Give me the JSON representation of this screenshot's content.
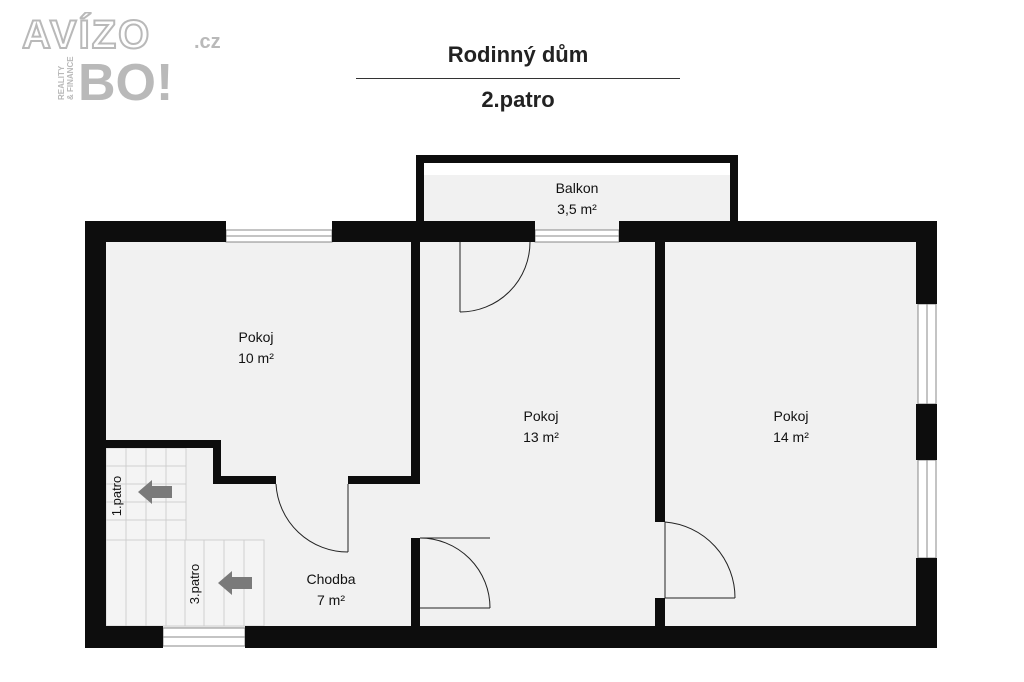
{
  "logo": {
    "brand_top": "AVÍZO",
    "brand_domain": ".cz",
    "brand_bottom": "BO!",
    "tagline_1": "REALITY",
    "tagline_2": "& FINANCE"
  },
  "header": {
    "title": "Rodinný dům",
    "subtitle": "2.patro"
  },
  "rooms": {
    "balkon": {
      "name": "Balkon",
      "area": "3,5 m²"
    },
    "pokoj_left": {
      "name": "Pokoj",
      "area": "10 m²"
    },
    "pokoj_middle": {
      "name": "Pokoj",
      "area": "13 m²"
    },
    "pokoj_right": {
      "name": "Pokoj",
      "area": "14 m²"
    },
    "chodba": {
      "name": "Chodba",
      "area": "7 m²"
    }
  },
  "stairs": {
    "down_label": "1.patro",
    "up_label": "3.patro"
  },
  "colors": {
    "wall": "#0d0d0d",
    "floor": "#f1f1f1",
    "arrow": "#7a7a7a",
    "logo": "#b9b9b9"
  }
}
